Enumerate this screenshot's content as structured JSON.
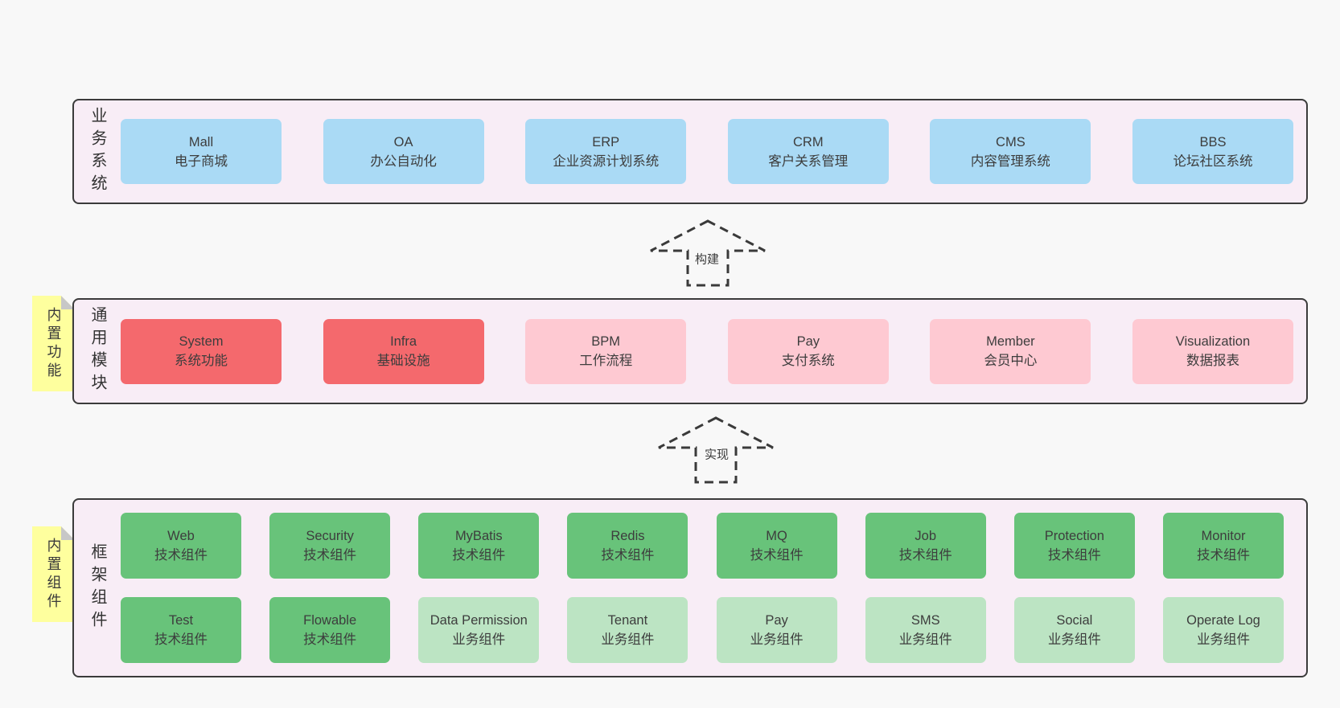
{
  "diagram": {
    "layers": [
      {
        "label": "业务系统",
        "boxes": [
          {
            "title": "Mall",
            "subtitle": "电子商城"
          },
          {
            "title": "OA",
            "subtitle": "办公自动化"
          },
          {
            "title": "ERP",
            "subtitle": "企业资源计划系统"
          },
          {
            "title": "CRM",
            "subtitle": "客户关系管理"
          },
          {
            "title": "CMS",
            "subtitle": "内容管理系统"
          },
          {
            "title": "BBS",
            "subtitle": "论坛社区系统"
          }
        ]
      },
      {
        "label": "通用模块",
        "note": "内置功能",
        "boxes": [
          {
            "title": "System",
            "subtitle": "系统功能"
          },
          {
            "title": "Infra",
            "subtitle": "基础设施"
          },
          {
            "title": "BPM",
            "subtitle": "工作流程"
          },
          {
            "title": "Pay",
            "subtitle": "支付系统"
          },
          {
            "title": "Member",
            "subtitle": "会员中心"
          },
          {
            "title": "Visualization",
            "subtitle": "数据报表"
          }
        ]
      },
      {
        "label": "框架组件",
        "note": "内置组件",
        "rows": [
          {
            "boxes": [
              {
                "title": "Web",
                "subtitle": "技术组件"
              },
              {
                "title": "Security",
                "subtitle": "技术组件"
              },
              {
                "title": "MyBatis",
                "subtitle": "技术组件"
              },
              {
                "title": "Redis",
                "subtitle": "技术组件"
              },
              {
                "title": "MQ",
                "subtitle": "技术组件"
              },
              {
                "title": "Job",
                "subtitle": "技术组件"
              },
              {
                "title": "Protection",
                "subtitle": "技术组件"
              },
              {
                "title": "Monitor",
                "subtitle": "技术组件"
              }
            ]
          },
          {
            "boxes": [
              {
                "title": "Test",
                "subtitle": "技术组件"
              },
              {
                "title": "Flowable",
                "subtitle": "技术组件"
              },
              {
                "title": "Data Permission",
                "subtitle": "业务组件"
              },
              {
                "title": "Tenant",
                "subtitle": "业务组件"
              },
              {
                "title": "Pay",
                "subtitle": "业务组件"
              },
              {
                "title": "SMS",
                "subtitle": "业务组件"
              },
              {
                "title": "Social",
                "subtitle": "业务组件"
              },
              {
                "title": "Operate Log",
                "subtitle": "业务组件"
              }
            ]
          }
        ]
      }
    ],
    "arrows": [
      {
        "label": "构建"
      },
      {
        "label": "实现"
      }
    ],
    "colors": {
      "business_box": "#aadaf5",
      "module_core_box": "#f4696d",
      "module_box": "#fec9d2",
      "tech_component_box": "#68c37a",
      "biz_component_box": "#bce4c3",
      "layer_background": "#f8edf6",
      "layer_border": "#3b3b3b",
      "note_yellow": "#feff9e",
      "page_background": "#f8f8f8"
    }
  }
}
